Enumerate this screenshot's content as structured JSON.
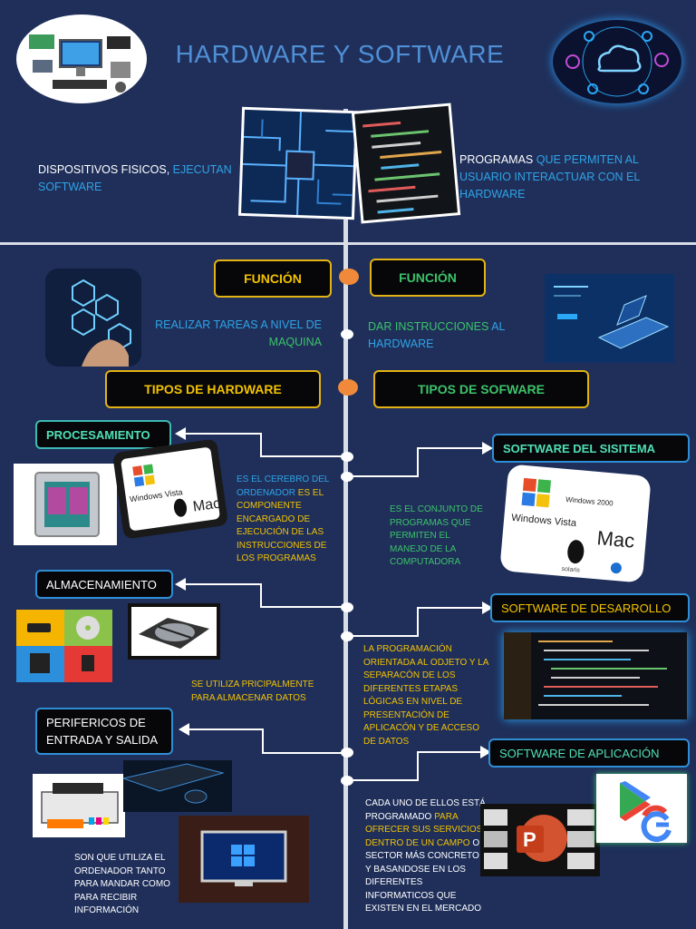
{
  "title": "HARDWARE Y SOFTWARE",
  "intro": {
    "hw_a": "DISPOSITIVOS FISICOS, ",
    "hw_b": "EJECUTAN SOFTWARE",
    "sw_a": "PROGRAMAS ",
    "sw_b": "QUE PERMITEN AL USUARIO INTERACTUAR CON EL HARDWARE"
  },
  "funcion": {
    "label_left": "FUNCIÓN",
    "label_right": "FUNCIÓN",
    "hw_a": "REALIZAR TAREAS A NIVEL DE ",
    "hw_b": "MAQUINA",
    "sw_a": "DAR INSTRUCCIONES ",
    "sw_b": "AL HARDWARE"
  },
  "tipos": {
    "hardware": "TIPOS DE HARDWARE",
    "software": "TIPOS DE SOFWARE"
  },
  "hardware_types": [
    {
      "label": "PROCESAMIENTO",
      "desc_a": "ES EL CEREBRO DEL ORDENADOR ",
      "desc_b": "ES EL COMPONENTE ENCARGADO DE EJECUCIÓN DE LAS INSTRUCCIONES DE LOS PROGRAMAS"
    },
    {
      "label": "ALMACENAMIENTO",
      "desc": "SE UTILIZA PRICIPALMENTE PARA ALMACENAR DATOS"
    },
    {
      "label": "PERIFERICOS DE ENTRADA Y SALIDA",
      "desc": "SON QUE UTILIZA EL ORDENADOR TANTO PARA MANDAR COMO PARA RECIBIR INFORMACIÓN"
    }
  ],
  "software_types": [
    {
      "label": "SOFTWARE DEL SISITEMA",
      "desc": "ES EL CONJUNTO DE PROGRAMAS QUE PERMITEN EL MANEJO DE LA COMPUTADORA"
    },
    {
      "label": "SOFTWARE DE DESARROLLO",
      "desc": "LA PROGRAMACIÓN ORIENTADA AL ODJETO Y LA SEPARACÓN DE LOS DIFERENTES ETAPAS LÓGICAS EN NIVEL DE PRESENTACIÓN DE APLICACÓN Y DE ACCESO DE DATOS"
    },
    {
      "label": "SOFTWARE DE APLICACIÓN",
      "desc_a": "CADA UNO DE ELLOS ESTÁ PROGRAMADO ",
      "desc_b": "PARA OFRECER SUS SERVICIOS DENTRO DE UN CAMPO ",
      "desc_c": "O SECTOR MÁS CONCRETO Y BASANDOSE EN LOS DIFERENTES INFORMATICOS QUE EXISTEN EN EL MERCADO"
    }
  ],
  "image_labels": {
    "os_left": [
      "Windows Vista",
      "Mac"
    ],
    "os_right": [
      "Windows Vista",
      "Mac",
      "Windows 2000",
      "solaris"
    ]
  },
  "icons": [
    "hardware-components-icon",
    "cloud-network-icon",
    "circuit-board-icon",
    "code-icon",
    "windows-logo-icon",
    "tux-icon",
    "apple-logo-icon",
    "usb-drive-icon",
    "cd-icon",
    "floppy-icon",
    "sd-card-icon",
    "hard-disk-icon",
    "printer-icon",
    "keyboard-icon",
    "monitor-icon",
    "powerpoint-icon",
    "google-play-icon",
    "google-g-icon"
  ]
}
